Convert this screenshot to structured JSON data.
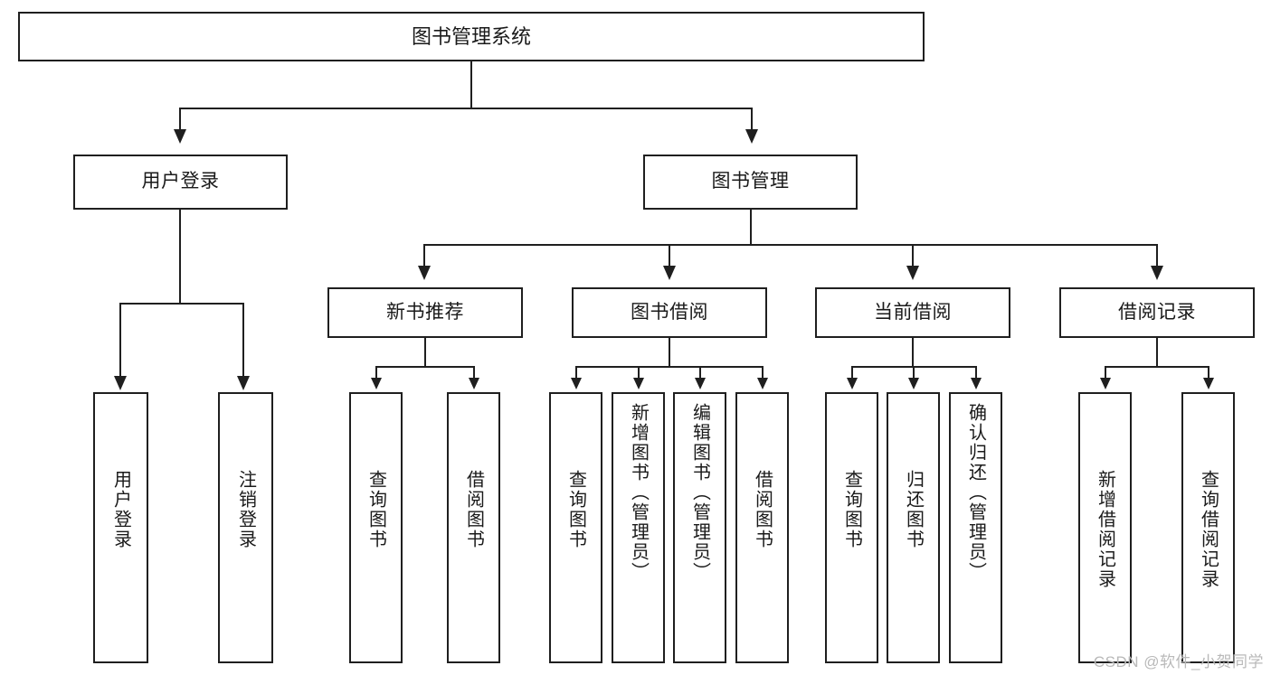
{
  "diagram": {
    "title": "图书管理系统",
    "root": {
      "label": "图书管理系统"
    },
    "level2": [
      {
        "label": "用户登录"
      },
      {
        "label": "图书管理"
      }
    ],
    "level3": [
      {
        "label": "新书推荐"
      },
      {
        "label": "图书借阅"
      },
      {
        "label": "当前借阅"
      },
      {
        "label": "借阅记录"
      }
    ],
    "leaves": {
      "user_login": [
        {
          "label": "用户登录"
        },
        {
          "label": "注销登录"
        }
      ],
      "new_book_recommend": [
        {
          "label": "查询图书"
        },
        {
          "label": "借阅图书"
        }
      ],
      "book_borrow": [
        {
          "label": "查询图书"
        },
        {
          "label": "新增图书（管理员）"
        },
        {
          "label": "编辑图书（管理员）"
        },
        {
          "label": "借阅图书"
        }
      ],
      "current_borrow": [
        {
          "label": "查询图书"
        },
        {
          "label": "归还图书"
        },
        {
          "label": "确认归还（管理员）"
        }
      ],
      "borrow_record": [
        {
          "label": "新增借阅记录"
        },
        {
          "label": "查询借阅记录"
        }
      ]
    }
  },
  "watermark": {
    "text": "CSDN @软件_小贺同学"
  },
  "colors": {
    "stroke": "#1f1f1f",
    "background": "#ffffff",
    "watermark": "#b9b9b9"
  }
}
